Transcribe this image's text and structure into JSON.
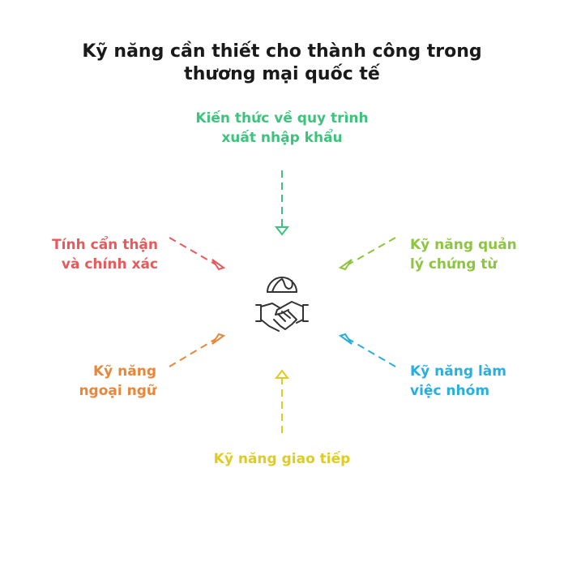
{
  "title": {
    "line1": "Kỹ năng cần thiết cho thành công trong",
    "line2": "thương mại quốc tế"
  },
  "center_icon": "handshake-globe-icon",
  "skills": {
    "top": {
      "line1": "Kiến thức về quy trình",
      "line2": "xuất nhập khẩu",
      "color": "#3cc47c"
    },
    "left": {
      "line1": "Tính cẩn thận",
      "line2": "và chính xác",
      "color": "#e8595a"
    },
    "right": {
      "line1": "Kỹ năng quản",
      "line2": "lý chứng từ",
      "color": "#8cc63f"
    },
    "bottom_left": {
      "line1": "Kỹ năng",
      "line2": "ngoại ngữ",
      "color": "#e8873a"
    },
    "bottom_right": {
      "line1": "Kỹ năng làm",
      "line2": "việc nhóm",
      "color": "#29aee0"
    },
    "bottom": {
      "line1": "Kỹ năng giao tiếp",
      "color": "#e0cc20"
    }
  }
}
